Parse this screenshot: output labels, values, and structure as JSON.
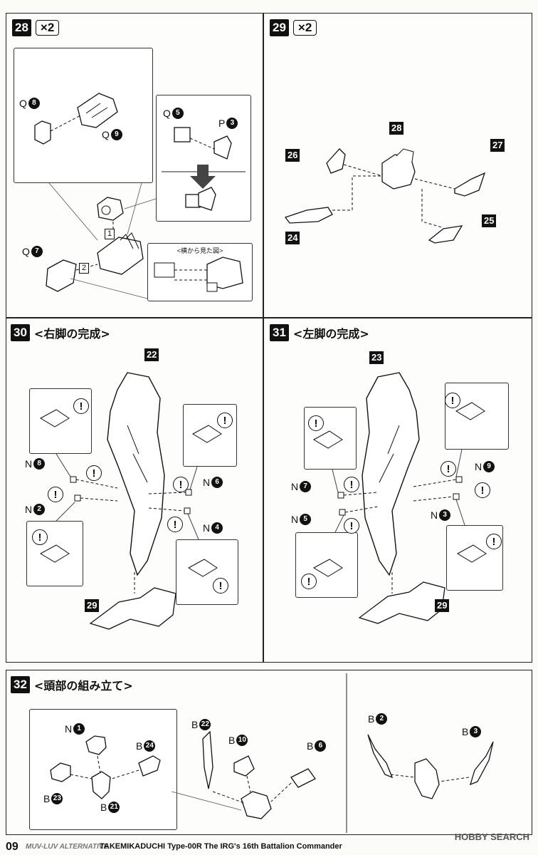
{
  "steps": {
    "s28": {
      "num": "28",
      "mult": "×2"
    },
    "s29": {
      "num": "29",
      "mult": "×2"
    },
    "s30": {
      "num": "30",
      "title": "<右脚の完成>"
    },
    "s31": {
      "num": "31",
      "title": "<左脚の完成>"
    },
    "s32": {
      "num": "32",
      "title": "<頭部の組み立て>"
    }
  },
  "s28": {
    "q8": {
      "letter": "Q",
      "n": "8"
    },
    "q9": {
      "letter": "Q",
      "n": "9"
    },
    "q5": {
      "letter": "Q",
      "n": "5"
    },
    "p3": {
      "letter": "P",
      "n": "3"
    },
    "q7": {
      "letter": "Q",
      "n": "7"
    },
    "sq1": "1",
    "sq2": "2",
    "side_view": "<横から見た図>"
  },
  "s29": {
    "t28": "28",
    "t27": "27",
    "t26": "26",
    "t25": "25",
    "t24": "24"
  },
  "s30": {
    "t22": "22",
    "t29": "29",
    "n8": {
      "letter": "N",
      "n": "8"
    },
    "n2": {
      "letter": "N",
      "n": "2"
    },
    "n6": {
      "letter": "N",
      "n": "6"
    },
    "n4": {
      "letter": "N",
      "n": "4"
    }
  },
  "s31": {
    "t23": "23",
    "t29": "29",
    "n7": {
      "letter": "N",
      "n": "7"
    },
    "n5": {
      "letter": "N",
      "n": "5"
    },
    "n9": {
      "letter": "N",
      "n": "9"
    },
    "n3": {
      "letter": "N",
      "n": "3"
    }
  },
  "s32": {
    "n1": {
      "letter": "N",
      "n": "1"
    },
    "b24": {
      "letter": "B",
      "n": "24"
    },
    "b23": {
      "letter": "B",
      "n": "23"
    },
    "b21": {
      "letter": "B",
      "n": "21"
    },
    "b22": {
      "letter": "B",
      "n": "22"
    },
    "b10": {
      "letter": "B",
      "n": "10"
    },
    "b6": {
      "letter": "B",
      "n": "6"
    },
    "b2": {
      "letter": "B",
      "n": "2"
    },
    "b3": {
      "letter": "B",
      "n": "3"
    }
  },
  "excl": "!",
  "footer": {
    "page": "09",
    "series": "MUV-LUV ALTERNATIVE",
    "subtitle": "TAKEMIKADUCHI Type-00R The IRG's 16th Battalion Commander",
    "watermark": "HOBBY SEARCH"
  }
}
